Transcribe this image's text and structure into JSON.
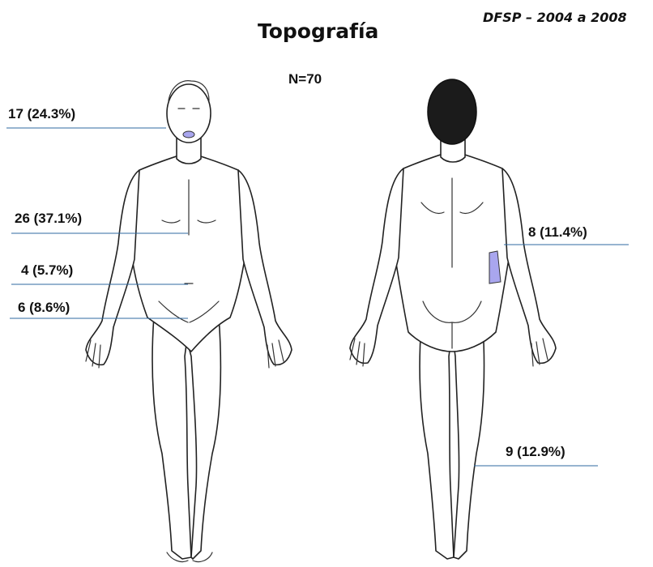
{
  "header": {
    "title": "Topografía",
    "subtitle": "DFSP – 2004 a 2008",
    "n_label": "N=70"
  },
  "labels": {
    "head": "17 (24.3%)",
    "trunk": "26 (37.1%)",
    "abdomen": "4 (5.7%)",
    "groin": "6 (8.6%)",
    "upper_limb": "8 (11.4%)",
    "lower_limb": "9 (12.9%)"
  },
  "colors": {
    "leader_line": "#2f6aa0",
    "highlight_region": "#a9a6ee"
  }
}
